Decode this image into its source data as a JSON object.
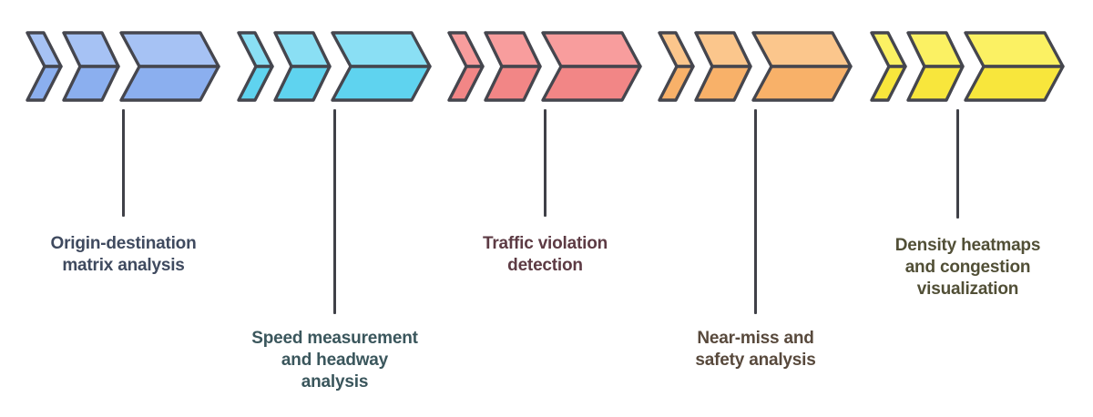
{
  "diagram": {
    "background": "#ffffff",
    "outline_color": "#45464e",
    "connector_color": "#404148",
    "chevrons_per_group": 3,
    "groups": [
      {
        "name": "origin-destination-matrix-analysis",
        "label": "Origin-destination\nmatrix analysis",
        "fill_top": "#a6c2f4",
        "fill_bottom": "#8bafef",
        "text_color": "#3f4a5f"
      },
      {
        "name": "speed-measurement-headway-analysis",
        "label": "Speed measurement\nand headway\nanalysis",
        "fill_top": "#8adff4",
        "fill_bottom": "#5fd3ef",
        "text_color": "#3a565c"
      },
      {
        "name": "traffic-violation-detection",
        "label": "Traffic violation\ndetection",
        "fill_top": "#f89d9d",
        "fill_bottom": "#f28686",
        "text_color": "#5d3b44"
      },
      {
        "name": "near-miss-safety-analysis",
        "label": "Near-miss and\nsafety analysis",
        "fill_top": "#fbc68c",
        "fill_bottom": "#f8b169",
        "text_color": "#58493c"
      },
      {
        "name": "density-heatmaps-congestion-visualization",
        "label": "Density heatmaps\nand congestion\nvisualization",
        "fill_top": "#fbf163",
        "fill_bottom": "#f8e63c",
        "text_color": "#514f36"
      }
    ]
  }
}
